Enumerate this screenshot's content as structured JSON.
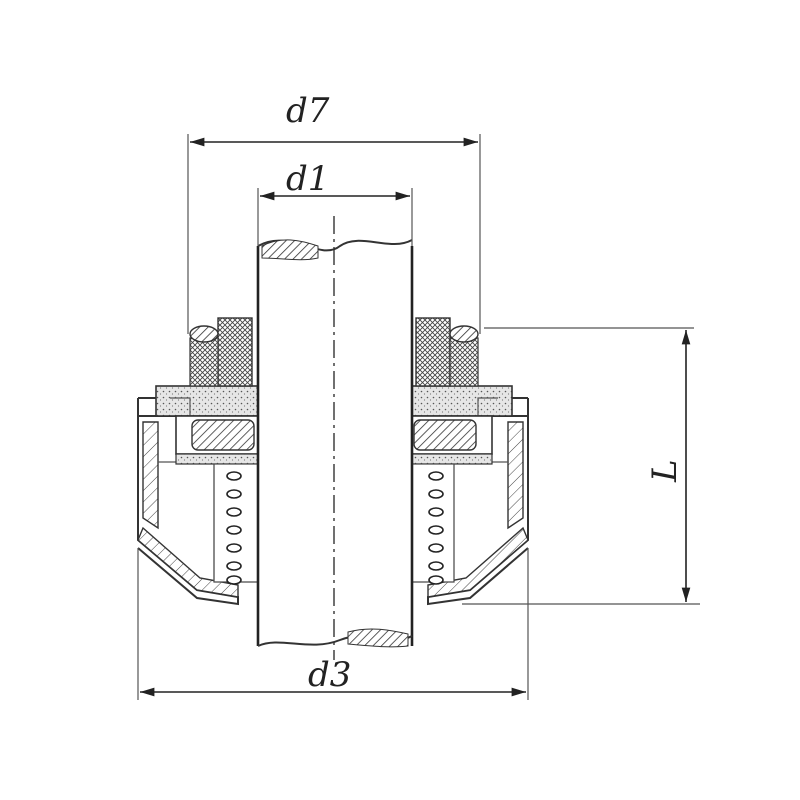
{
  "dimensions": {
    "d7": "d7",
    "d1": "d1",
    "d3": "d3",
    "L": "L"
  },
  "colors": {
    "ink": "#222222",
    "thin_line": "#555555",
    "shading": "#d8d8d8"
  }
}
